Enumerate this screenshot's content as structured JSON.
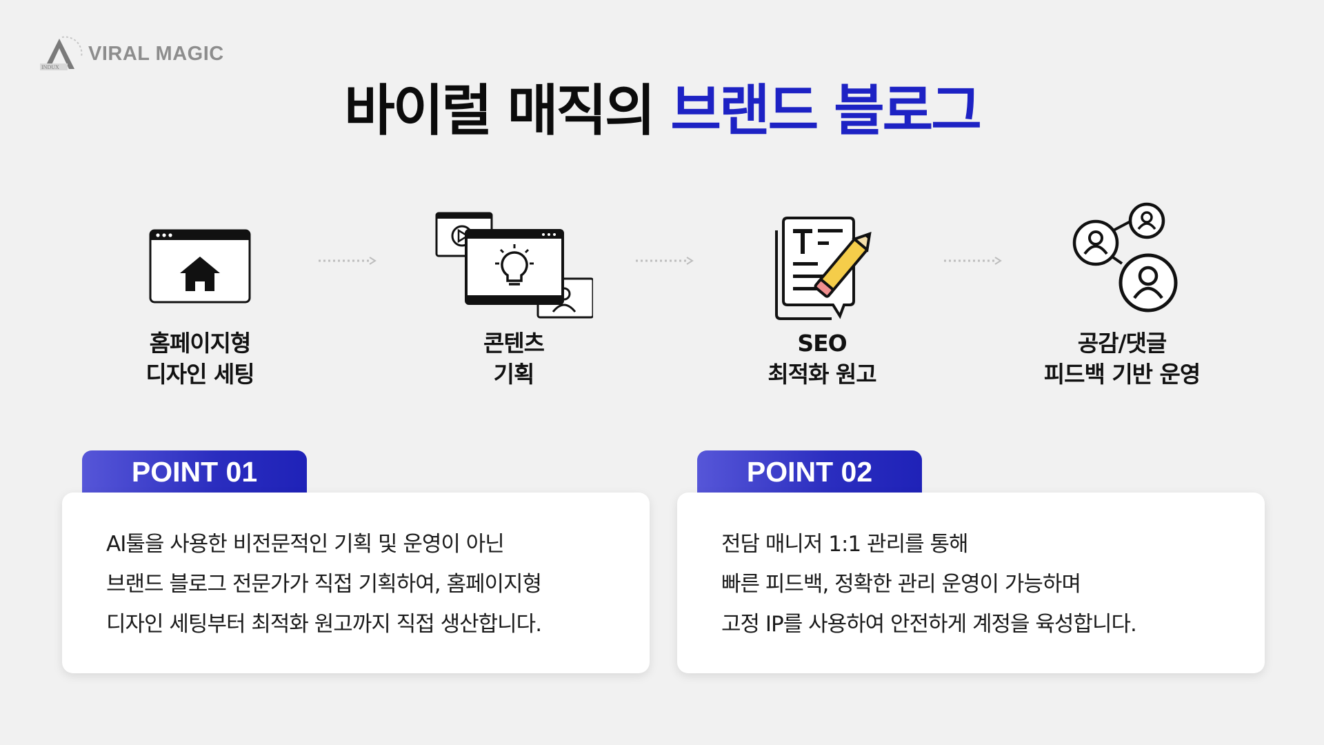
{
  "brand": {
    "logo_name": "VIRAL MAGIC"
  },
  "header": {
    "title_part1": "바이럴 매직의",
    "title_part2": "브랜드 블로그",
    "accent_color": "#1d22c4"
  },
  "steps": [
    {
      "icon": "browser-home-icon",
      "line1": "홈페이지형",
      "line2": "디자인 세팅"
    },
    {
      "icon": "content-planning-icon",
      "line1": "콘텐츠",
      "line2": "기획"
    },
    {
      "icon": "seo-document-pencil-icon",
      "line1": "SEO",
      "line2": "최적화 원고"
    },
    {
      "icon": "user-network-icon",
      "line1": "공감/댓글",
      "line2": "피드백 기반 운영"
    }
  ],
  "points": [
    {
      "label": "POINT 01",
      "lines": [
        "AI툴을 사용한 비전문적인 기획 및 운영이 아닌",
        "브랜드 블로그 전문가가 직접 기획하여, 홈페이지형",
        "디자인 세팅부터 최적화 원고까지 직접 생산합니다."
      ]
    },
    {
      "label": "POINT 02",
      "lines": [
        "전담 매니저 1:1 관리를 통해",
        "빠른 피드백, 정확한 관리 운영이 가능하며",
        "고정 IP를 사용하여 안전하게 계정을 육성합니다."
      ]
    }
  ]
}
